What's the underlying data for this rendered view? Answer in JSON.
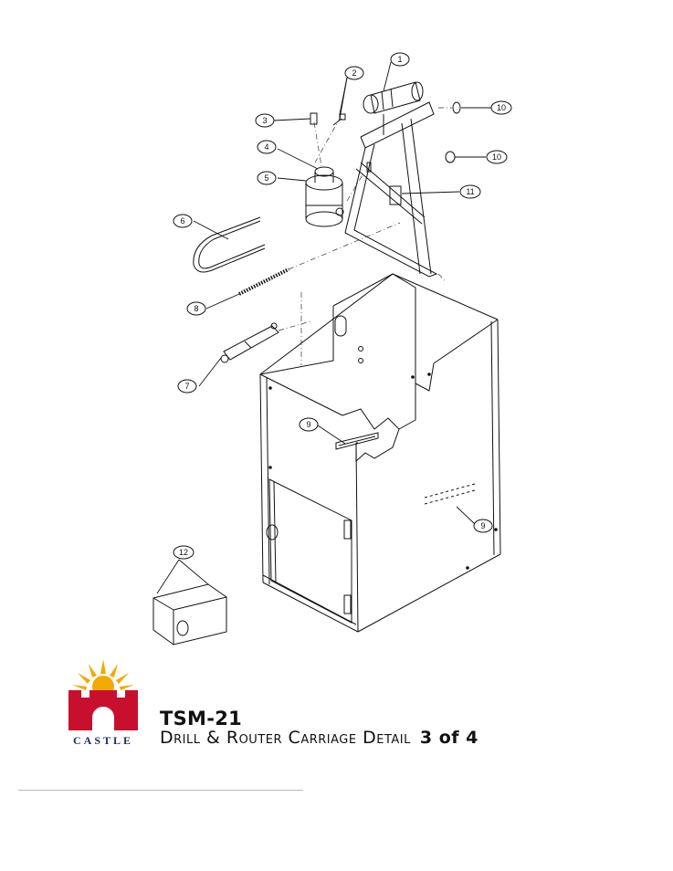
{
  "callouts": [
    {
      "id": "c1",
      "label": "1"
    },
    {
      "id": "c2",
      "label": "2"
    },
    {
      "id": "c3",
      "label": "3"
    },
    {
      "id": "c4",
      "label": "4"
    },
    {
      "id": "c5",
      "label": "5"
    },
    {
      "id": "c6",
      "label": "6"
    },
    {
      "id": "c7",
      "label": "7"
    },
    {
      "id": "c8",
      "label": "8"
    },
    {
      "id": "c9a",
      "label": "9"
    },
    {
      "id": "c9b",
      "label": "9"
    },
    {
      "id": "c10a",
      "label": "10"
    },
    {
      "id": "c10b",
      "label": "10"
    },
    {
      "id": "c11",
      "label": "11"
    },
    {
      "id": "c12",
      "label": "12"
    }
  ],
  "footer": {
    "model": "TSM-21",
    "description": "Drill & Router Carriage Detail",
    "page": "3 of 4"
  },
  "logo": {
    "word": "CASTLE",
    "colors": {
      "tower": "#c8102e",
      "sun": "#f2a900",
      "text": "#1a2e5a"
    }
  }
}
